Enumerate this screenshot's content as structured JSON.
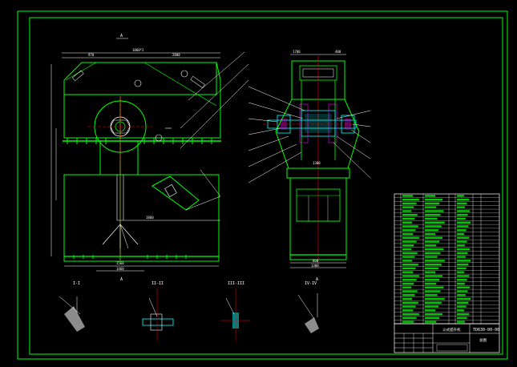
{
  "drawing": {
    "colors": {
      "background": "#000000",
      "frame": "#00ff00",
      "structure": "#00ff00",
      "dimension": "#ffffff",
      "center_line": "#ff0000",
      "part": "#00ffff",
      "hatch": "#ffffff",
      "highlight": "#ff00ff",
      "yellow": "#ffff00"
    },
    "view_labels": {
      "front": "A",
      "section_1": "I-I",
      "section_2": "II-II",
      "section_3": "III-III",
      "section_4": "IV-IV"
    },
    "dimensions": {
      "front_top_total": "1860*2",
      "front_top_left": "970",
      "front_top_right": "2800",
      "front_bottom": "1460",
      "front_mid": "1860",
      "front_inner": "1560",
      "side_top_left": "1700",
      "side_top_right": "400",
      "side_mid": "1300",
      "side_bottom": "800",
      "side_bottom2": "1300"
    },
    "title_block": {
      "drawing_no": "TD630-00-00",
      "name": "斗式提升机",
      "sheet": "总图"
    },
    "parts_list_rows": 34
  }
}
